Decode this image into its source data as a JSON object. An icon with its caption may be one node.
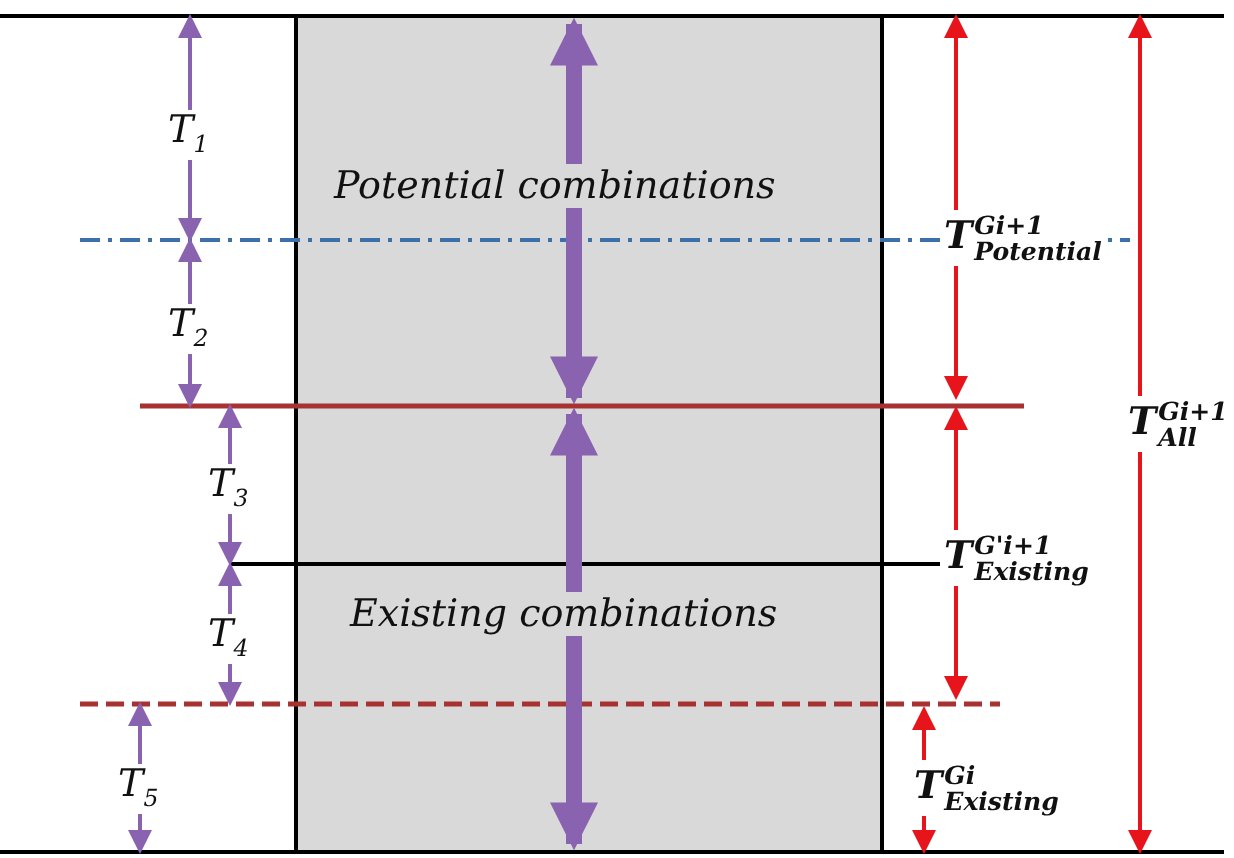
{
  "diagram": {
    "nodes": [
      {
        "text": [
          "Potential combinations",
          "Existing combinations"
        ]
      }
    ],
    "labels": [
      "T$_{1}$",
      "T$_{2}$",
      "T$_{3}$",
      "T$_{4}$",
      "T$_{5}$",
      "T$^{Gi+1}$$_{Potential}$",
      "T$^{G'i+1}$$_{Existing}$",
      "T$^{Gi}$$_{Existing}$",
      "T$^{Gi+1}$$_{All}$"
    ]
  }
}
